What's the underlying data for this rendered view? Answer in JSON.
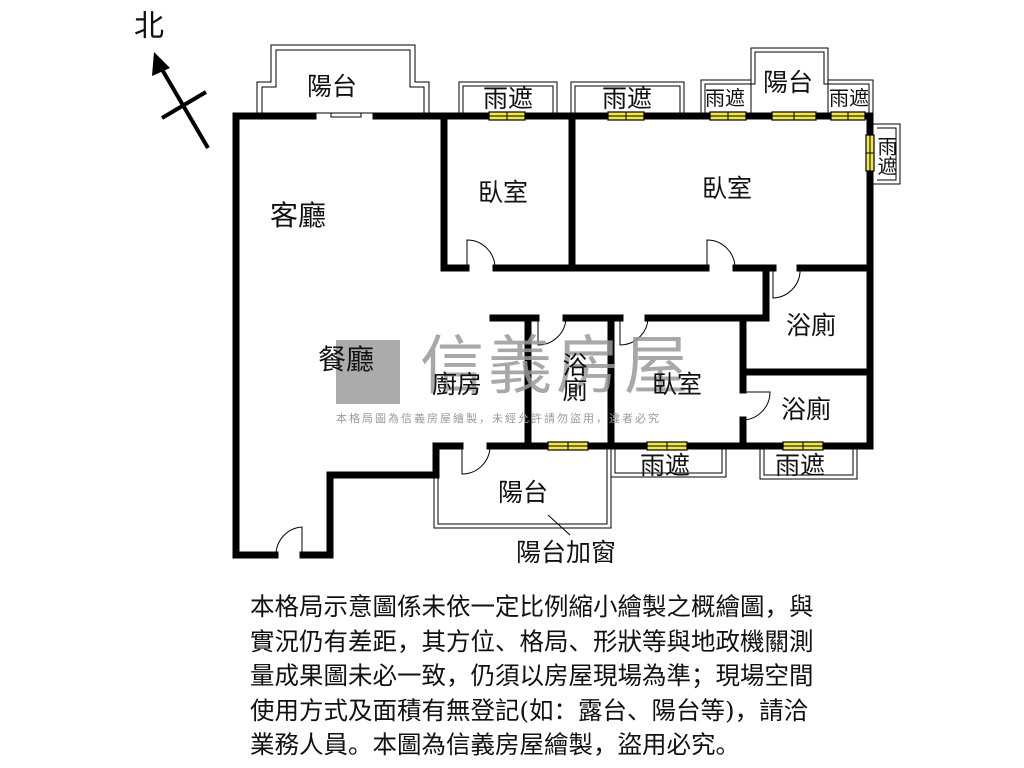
{
  "compass": {
    "label": "北"
  },
  "rooms": {
    "living_room": "客廳",
    "dining_room": "餐廳",
    "kitchen": "廚房",
    "bedroom_1": "臥室",
    "bedroom_2": "臥室",
    "bedroom_3": "臥室",
    "bathroom_center": "浴廁",
    "bathroom_right_upper": "浴廁",
    "bathroom_right_lower": "浴廁"
  },
  "balconies": {
    "top_left": "陽台",
    "top_right": "陽台",
    "bottom": "陽台",
    "bottom_note": "陽台加窗"
  },
  "canopies": {
    "top_1": "雨遮",
    "top_2": "雨遮",
    "top_3": "雨遮",
    "top_4": "雨遮",
    "right_side": "雨遮",
    "bottom_1": "雨遮",
    "bottom_2": "雨遮"
  },
  "watermark": {
    "brand": "信義房屋",
    "notice": "本格局圖為信義房屋繪製，未經允許請勿盜用，違者必究"
  },
  "disclaimer": {
    "lines": [
      "本格局示意圖係未依一定比例縮小繪製之概繪圖，與",
      "實況仍有差距，其方位、格局、形狀等與地政機關測",
      "量成果圖未必一致，仍須以房屋現場為準；現場空間",
      "使用方式及面積有無登記(如：露台、陽台等)，請洽",
      "業務人員。本圖為信義房屋繪製，盜用必究。"
    ]
  },
  "colors": {
    "wall": "#000000",
    "window": "#f0e84a",
    "watermark": "#9a9a9a"
  }
}
